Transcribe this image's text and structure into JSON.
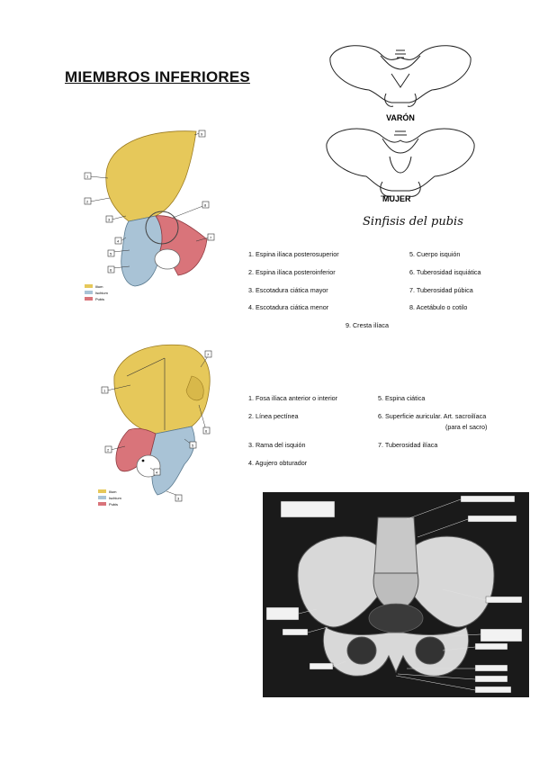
{
  "page": {
    "title": "MIEMBROS INFERIORES"
  },
  "pelvis_sketch": {
    "male_label": "VARÓN",
    "female_label": "MUJER",
    "handwritten_note": "Sinfisis del pubis"
  },
  "figure1": {
    "callouts": [
      "1",
      "2",
      "3",
      "4",
      "5",
      "6",
      "7",
      "8",
      "9"
    ],
    "legend": [
      "Ilium",
      "Ischium",
      "Pubis"
    ],
    "items_left": [
      "1. Espina ilíaca posterosuperior",
      "2. Espina ilíaca posteroinferior",
      "3. Escotadura ciática mayor",
      "4. Escotadura ciática menor"
    ],
    "items_right": [
      "5. Cuerpo isquión",
      "6. Tuberosidad isquiática",
      "7. Tuberosidad púbica",
      "8. Acetábulo o cotilo"
    ],
    "item_center": "9. Cresta ilíaca"
  },
  "figure2": {
    "callouts": [
      "1",
      "2",
      "3",
      "4",
      "5",
      "6",
      "7"
    ],
    "legend": [
      "Ilium",
      "Ischium",
      "Pubis"
    ],
    "items_left": [
      "1. Fosa ilíaca anterior o interior",
      "2. Línea pectínea",
      "3. Rama del isquión",
      "4. Agujero obturador"
    ],
    "items_right": [
      "5. Espina ciática",
      "6. Superficie auricular. Art. sacroilíaca",
      "7. Tuberosidad ilíaca"
    ],
    "items_right_sub": "(para el sacro)"
  },
  "colors": {
    "ilium": "#e6c85a",
    "ischium": "#a9c3d6",
    "pubis": "#d9747a",
    "photo_bg": "#1a1a1a"
  }
}
